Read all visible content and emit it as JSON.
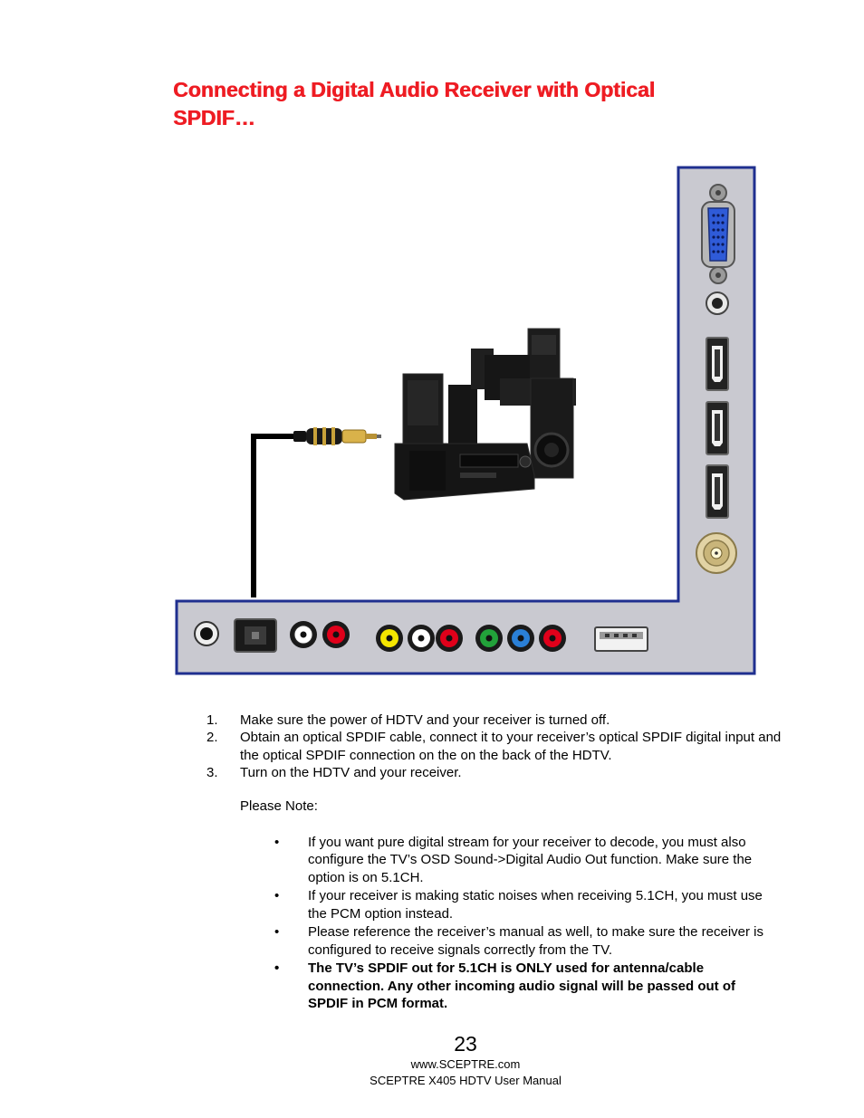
{
  "heading": {
    "line1": "Connecting a Digital Audio Receiver with Optical",
    "line2": "SPDIF…"
  },
  "steps": [
    {
      "num": "1.",
      "text": "Make sure the power of HDTV and your receiver is turned off."
    },
    {
      "num": "2.",
      "text": "Obtain an optical SPDIF cable, connect it to your receiver’s optical SPDIF digital input and the optical SPDIF connection on the on the back of the HDTV."
    },
    {
      "num": "3.",
      "text": "Turn on the HDTV and your receiver."
    }
  ],
  "note_label": "Please Note:",
  "bullets": [
    {
      "text": "If you want pure digital stream for your receiver to decode, you must also configure the TV’s OSD Sound->Digital Audio Out function. Make sure the option is on 5.1CH."
    },
    {
      "text": "If your receiver is making static noises when receiving 5.1CH, you must use the PCM option instead."
    },
    {
      "text": "Please reference the receiver’s manual as well, to make sure the receiver is configured to receive signals correctly from the TV."
    },
    {
      "text": "The TV’s SPDIF out for 5.1CH is ONLY used for antenna/cable connection.  Any other incoming audio signal will be passed out of SPDIF in PCM format."
    }
  ],
  "bullet_symbol": "•",
  "footer": {
    "page_number": "23",
    "website": "www.SCEPTRE.com",
    "manual_title": "SCEPTRE X405 HDTV User Manual"
  },
  "colors": {
    "heading": "#ee1c23",
    "panel_fill": "#c9c9d0",
    "panel_border": "#1f2f8f",
    "rca_red": "#e0001a",
    "rca_white": "#ffffff",
    "rca_yellow": "#f5e600",
    "rca_green": "#22a23a",
    "rca_blue": "#2a7fd6",
    "vga_blue": "#2f5bd8",
    "cable": "#000000",
    "cable_gold": "#c8a23a"
  }
}
